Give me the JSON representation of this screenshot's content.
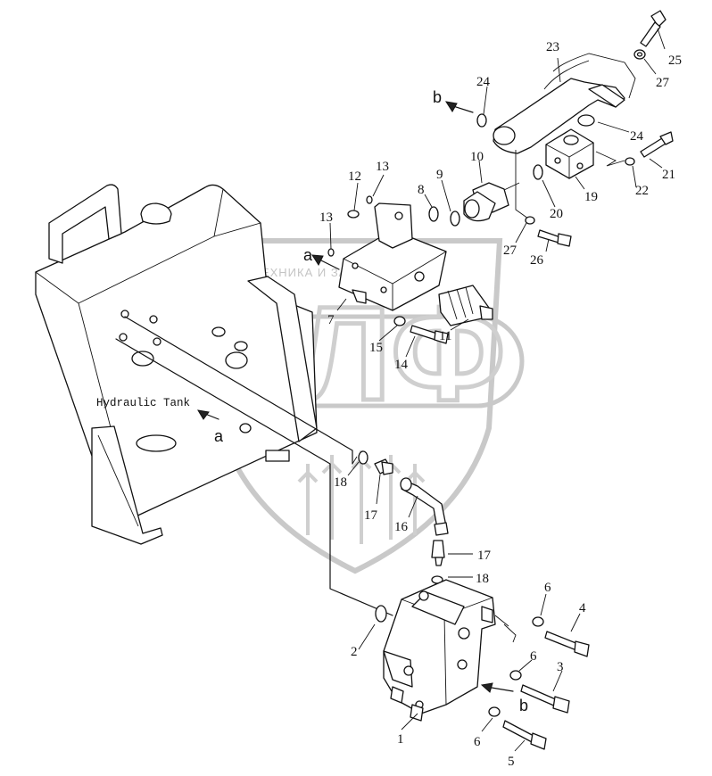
{
  "watermark": {
    "text": "ТЕХНИКА И ЗАПЧАСТИ",
    "logo": "ЭЛФ",
    "color": "#c9c9c9"
  },
  "tank_label": "Hydraulic Tank",
  "flow_markers": [
    {
      "id": "a-upper",
      "text": "a"
    },
    {
      "id": "a-lower",
      "text": "a"
    },
    {
      "id": "b-upper",
      "text": "b"
    },
    {
      "id": "b-lower",
      "text": "b"
    }
  ],
  "callouts": [
    {
      "id": "c1",
      "text": "1"
    },
    {
      "id": "c2",
      "text": "2"
    },
    {
      "id": "c3",
      "text": "3"
    },
    {
      "id": "c4",
      "text": "4"
    },
    {
      "id": "c5",
      "text": "5"
    },
    {
      "id": "c6a",
      "text": "6"
    },
    {
      "id": "c6b",
      "text": "6"
    },
    {
      "id": "c6c",
      "text": "6"
    },
    {
      "id": "c7",
      "text": "7"
    },
    {
      "id": "c8",
      "text": "8"
    },
    {
      "id": "c9",
      "text": "9"
    },
    {
      "id": "c10",
      "text": "10"
    },
    {
      "id": "c11",
      "text": "11"
    },
    {
      "id": "c12",
      "text": "12"
    },
    {
      "id": "c13a",
      "text": "13"
    },
    {
      "id": "c13b",
      "text": "13"
    },
    {
      "id": "c14",
      "text": "14"
    },
    {
      "id": "c15",
      "text": "15"
    },
    {
      "id": "c16",
      "text": "16"
    },
    {
      "id": "c17a",
      "text": "17"
    },
    {
      "id": "c17b",
      "text": "17"
    },
    {
      "id": "c18a",
      "text": "18"
    },
    {
      "id": "c18b",
      "text": "18"
    },
    {
      "id": "c19",
      "text": "19"
    },
    {
      "id": "c20",
      "text": "20"
    },
    {
      "id": "c21",
      "text": "21"
    },
    {
      "id": "c22",
      "text": "22"
    },
    {
      "id": "c23",
      "text": "23"
    },
    {
      "id": "c24a",
      "text": "24"
    },
    {
      "id": "c24b",
      "text": "24"
    },
    {
      "id": "c25",
      "text": "25"
    },
    {
      "id": "c26",
      "text": "26"
    },
    {
      "id": "c27a",
      "text": "27"
    },
    {
      "id": "c27b",
      "text": "27"
    }
  ]
}
